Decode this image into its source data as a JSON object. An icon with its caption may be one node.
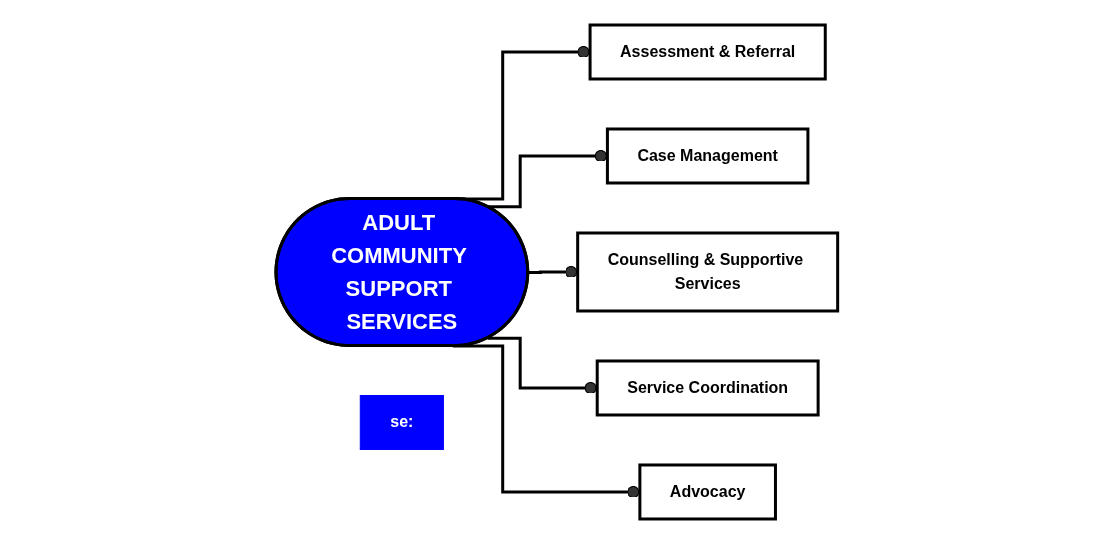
{
  "diagram": {
    "nodes": [
      {
        "text": [
          "ADULT COMMUNITY SUPPORT SERVICES"
        ]
      },
      {
        "text": [
          "Assessment & Referral"
        ]
      },
      {
        "text": [
          "Case Management"
        ]
      },
      {
        "text": [
          "Counselling & Supportive Services"
        ]
      },
      {
        "text": [
          "Service Coordination"
        ]
      },
      {
        "text": [
          "Advocacy"
        ]
      },
      {
        "text": [
          "se:"
        ]
      }
    ],
    "edges": [
      {
        "from": 0,
        "to": 1,
        "arrow": "other"
      },
      {
        "from": 0,
        "to": 2,
        "arrow": "other"
      },
      {
        "from": 0,
        "to": 3,
        "arrow": "other"
      },
      {
        "from": 0,
        "to": 4,
        "arrow": "other"
      },
      {
        "from": 0,
        "to": 5,
        "arrow": "other"
      }
    ]
  }
}
